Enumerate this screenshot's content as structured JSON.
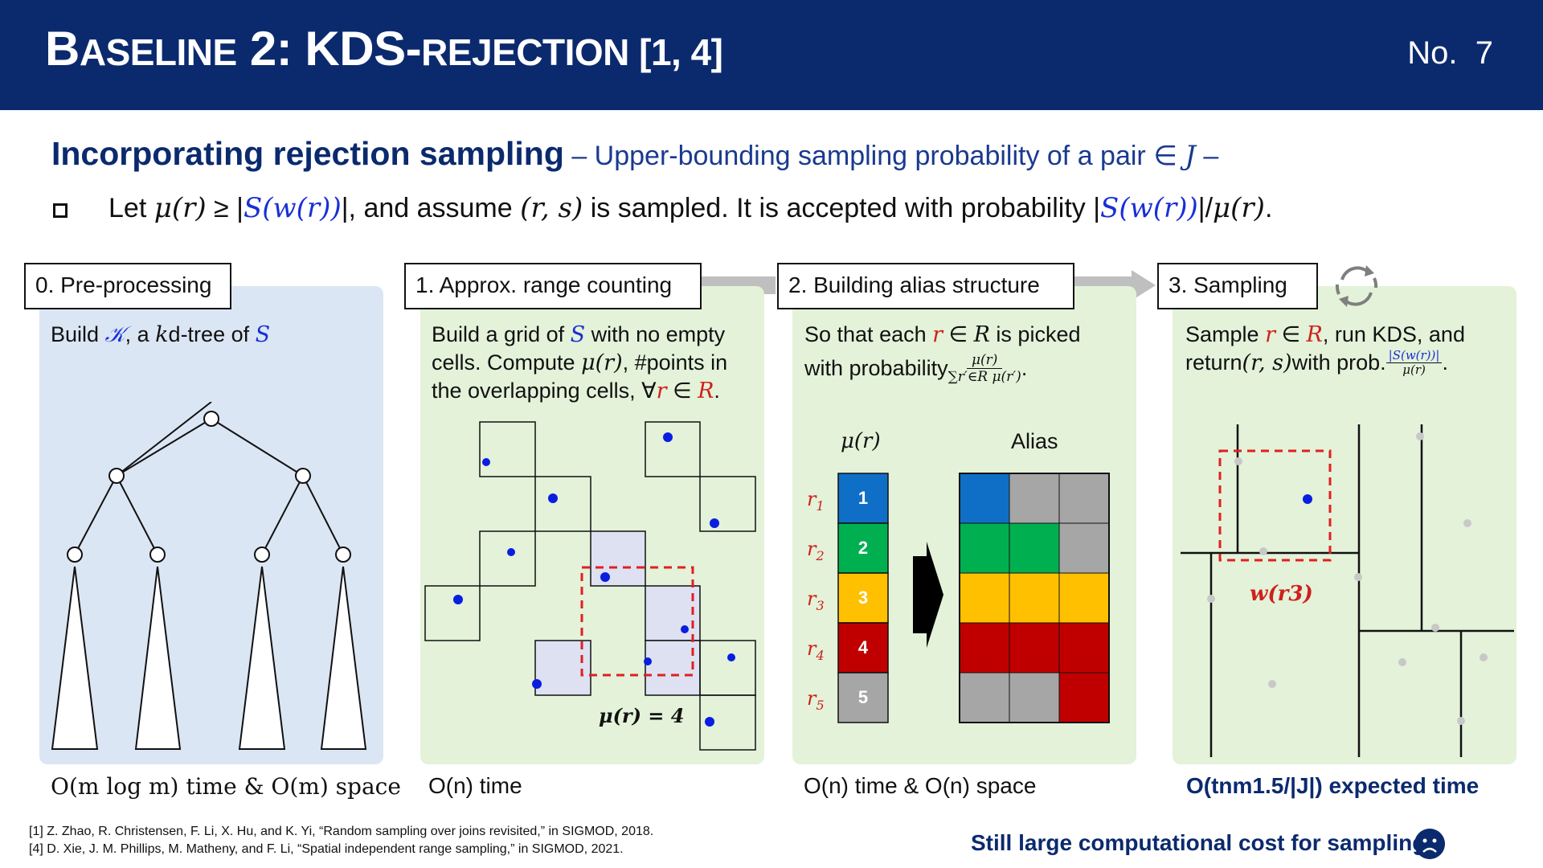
{
  "header": {
    "title_first_letter": "B",
    "title_part1": "ASELINE",
    "title_part2": " 2: KDS-",
    "title_part3": "REJECTION",
    "title_part4": " [1, 4]",
    "slide_no_label": "No.",
    "slide_no": "7"
  },
  "subtitle": {
    "main": "Incorporating rejection sampling",
    "rest": " – Upper-bounding sampling probability of a pair ∈ ",
    "set": "J",
    "tail": " –"
  },
  "bullet": {
    "let": "Let ",
    "mu_r": "μ(r)",
    "geq": " ≥ |",
    "s_w_r": "S(w(r))",
    "assume": "|, and assume ",
    "pair": "(r, s)",
    "accepted": " is sampled. It is accepted with probability |",
    "s_w_r2": "S(w(r))",
    "div": "|/",
    "mu_r2": "μ(r)",
    "dot": "."
  },
  "steps": [
    {
      "label": "0. Pre-processing"
    },
    {
      "label": "1. Approx. range counting"
    },
    {
      "label": "2. Building alias structure"
    },
    {
      "label": "3. Sampling"
    }
  ],
  "panel0": {
    "text_a": "Build ",
    "k": "𝒦",
    "text_b": ", a ",
    "k2": "k",
    "text_c": "d-tree of ",
    "s": "S"
  },
  "panel1": {
    "line1a": "Build a grid of ",
    "line1s": "S",
    "line1b": " with no empty",
    "line2a": "cells. Compute ",
    "line2mu": "μ(r)",
    "line2b": ", #points in",
    "line3a": "the overlapping cells, ∀",
    "line3r": "r",
    "line3b": " ∈ ",
    "line3R": "R",
    "line3c": ".",
    "mu_label": "μ(r) = 4"
  },
  "panel2": {
    "line1a": "So that each ",
    "line1r": "r",
    "line1b": " ∈ ",
    "line1R": "R",
    "line1c": " is picked",
    "line2a": "with probability ",
    "frac_num": "μ(r)",
    "frac_den": "∑r′∈R μ(r′)",
    "mu_header": "μ(r)",
    "alias_header": "Alias",
    "rows": [
      {
        "label": "r1",
        "value": "1",
        "color": "#0f6fc6",
        "alias": [
          "#0f6fc6",
          "#a6a6a6",
          "#a6a6a6"
        ]
      },
      {
        "label": "r2",
        "value": "2",
        "color": "#00b050",
        "alias": [
          "#00b050",
          "#00b050",
          "#a6a6a6"
        ]
      },
      {
        "label": "r3",
        "value": "3",
        "color": "#ffc000",
        "alias": [
          "#ffc000",
          "#ffc000",
          "#ffc000"
        ]
      },
      {
        "label": "r4",
        "value": "4",
        "color": "#c00000",
        "alias": [
          "#c00000",
          "#c00000",
          "#c00000"
        ]
      },
      {
        "label": "r5",
        "value": "5",
        "color": "#a6a6a6",
        "alias": [
          "#a6a6a6",
          "#a6a6a6",
          "#c00000"
        ]
      }
    ]
  },
  "panel3": {
    "line1a": "Sample ",
    "line1r": "r",
    "line1b": " ∈ ",
    "line1R": "R",
    "line1c": ", run KDS, and",
    "line2a": "return ",
    "line2pair": "(r, s)",
    "line2b": " with prob. ",
    "frac_num": "|S(w(r))|",
    "frac_den": "μ(r)",
    "w_label": "w(r3)"
  },
  "costs": {
    "c0": "O(m log m) time & O(m) space",
    "c1": "O(n) time",
    "c2": "O(n) time & O(n) space",
    "c3": "O(tnm1.5/|J|) expected time"
  },
  "references": [
    "[1] Z. Zhao, R. Christensen, F. Li, X. Hu, and K. Yi, “Random sampling over joins revisited,” in SIGMOD, 2018.",
    "[4] D. Xie, J. M. Phillips, M. Matheny, and F. Li, “Spatial independent range sampling,” in SIGMOD, 2021."
  ],
  "conclusion": "Still large computational cost for sampling",
  "colors": {
    "header_bg": "#0b2a6e",
    "panel_blue": "#dbe6f4",
    "panel_green": "#e3f2d9",
    "accent_red": "#d0201c",
    "accent_blue": "#1a2fd6"
  },
  "icons": [
    "refresh-cycle-icon",
    "sad-face-icon",
    "block-arrow-right-icon"
  ]
}
